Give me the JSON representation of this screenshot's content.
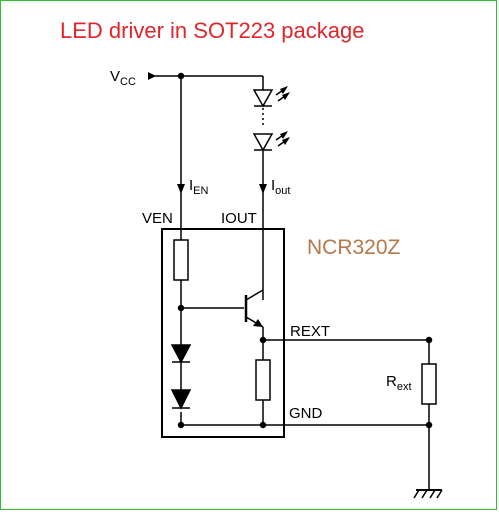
{
  "title": "LED driver in SOT223 package",
  "part_number": "NCR320Z",
  "labels": {
    "vcc_main": "V",
    "vcc_sub": "CC",
    "ien_main": "I",
    "ien_sub": "EN",
    "iout_main": "I",
    "iout_sub": "out",
    "ven": "VEN",
    "iout_pin": "IOUT",
    "rext_pin": "REXT",
    "gnd_pin": "GND",
    "rext_main": "R",
    "rext_sub": "ext"
  },
  "colors": {
    "title": "#e0262b",
    "part_number": "#b5784a",
    "frame": "#2fbf2f",
    "wire": "#000000"
  }
}
